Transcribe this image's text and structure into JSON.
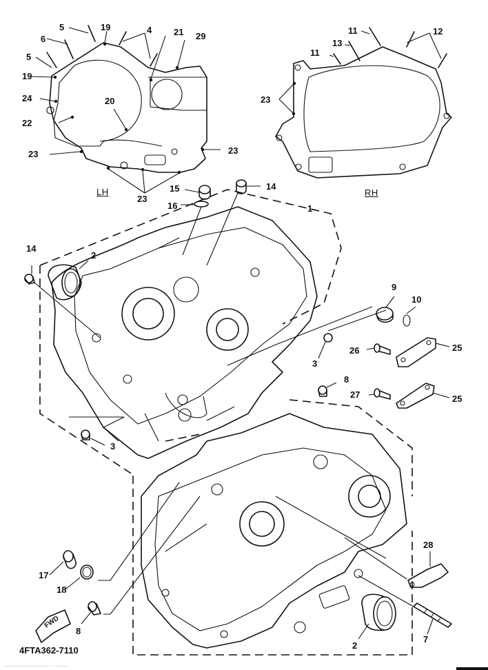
{
  "diagram": {
    "title": "Crankcase exploded parts diagram",
    "diagram_code": "4FTA362-7110",
    "side_labels": {
      "left": "LH",
      "right": "RH"
    },
    "fwd_label": "FWD",
    "footer_text": "......  .....  .....  ......  ......  ......      ..  .....  ....  ."
  },
  "callouts": [
    {
      "id": "c5a",
      "num": "5"
    },
    {
      "id": "c19a",
      "num": "19"
    },
    {
      "id": "c4",
      "num": "4"
    },
    {
      "id": "c21",
      "num": "21"
    },
    {
      "id": "c29",
      "num": "29"
    },
    {
      "id": "c6",
      "num": "6"
    },
    {
      "id": "c5b",
      "num": "5"
    },
    {
      "id": "c19b",
      "num": "19"
    },
    {
      "id": "c24",
      "num": "24"
    },
    {
      "id": "c20",
      "num": "20"
    },
    {
      "id": "c22",
      "num": "22"
    },
    {
      "id": "c23a",
      "num": "23"
    },
    {
      "id": "c23b",
      "num": "23"
    },
    {
      "id": "c23c",
      "num": "23"
    },
    {
      "id": "c15",
      "num": "15"
    },
    {
      "id": "c16",
      "num": "16"
    },
    {
      "id": "c14a",
      "num": "14"
    },
    {
      "id": "c11a",
      "num": "11"
    },
    {
      "id": "c12",
      "num": "12"
    },
    {
      "id": "c13",
      "num": "13"
    },
    {
      "id": "c11b",
      "num": "11"
    },
    {
      "id": "c23d",
      "num": "23"
    },
    {
      "id": "c1",
      "num": "1"
    },
    {
      "id": "c14b",
      "num": "14"
    },
    {
      "id": "c2a",
      "num": "2"
    },
    {
      "id": "c9",
      "num": "9"
    },
    {
      "id": "c10",
      "num": "10"
    },
    {
      "id": "c3a",
      "num": "3"
    },
    {
      "id": "c26",
      "num": "26"
    },
    {
      "id": "c25a",
      "num": "25"
    },
    {
      "id": "c8a",
      "num": "8"
    },
    {
      "id": "c27",
      "num": "27"
    },
    {
      "id": "c25b",
      "num": "25"
    },
    {
      "id": "c3b",
      "num": "3"
    },
    {
      "id": "c28",
      "num": "28"
    },
    {
      "id": "c17",
      "num": "17"
    },
    {
      "id": "c18",
      "num": "18"
    },
    {
      "id": "c8b",
      "num": "8"
    },
    {
      "id": "c2b",
      "num": "2"
    },
    {
      "id": "c7",
      "num": "7"
    }
  ]
}
